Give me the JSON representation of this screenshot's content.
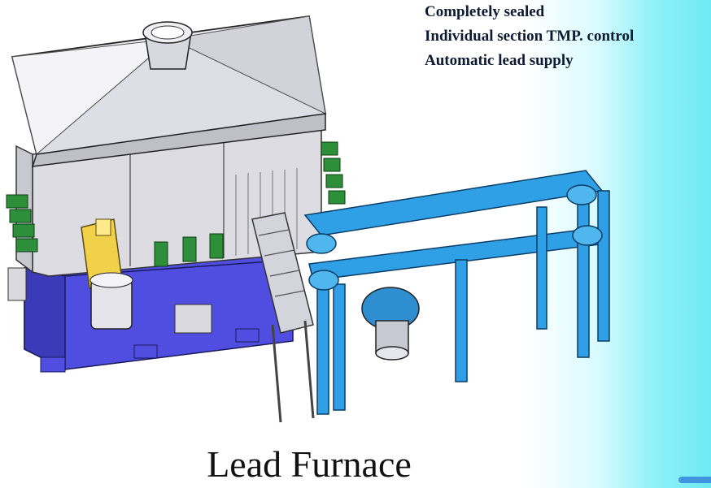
{
  "slide": {
    "features": [
      "Completely sealed",
      "Individual section TMP. control",
      "Automatic lead supply"
    ],
    "title": "Lead Furnace"
  },
  "colors": {
    "furnace_base": "#4f4ee0",
    "hood": "#e6e6ea",
    "conveyor": "#2fa0e6",
    "burner": "#2d8f3a",
    "motor": "#f2d14a"
  }
}
